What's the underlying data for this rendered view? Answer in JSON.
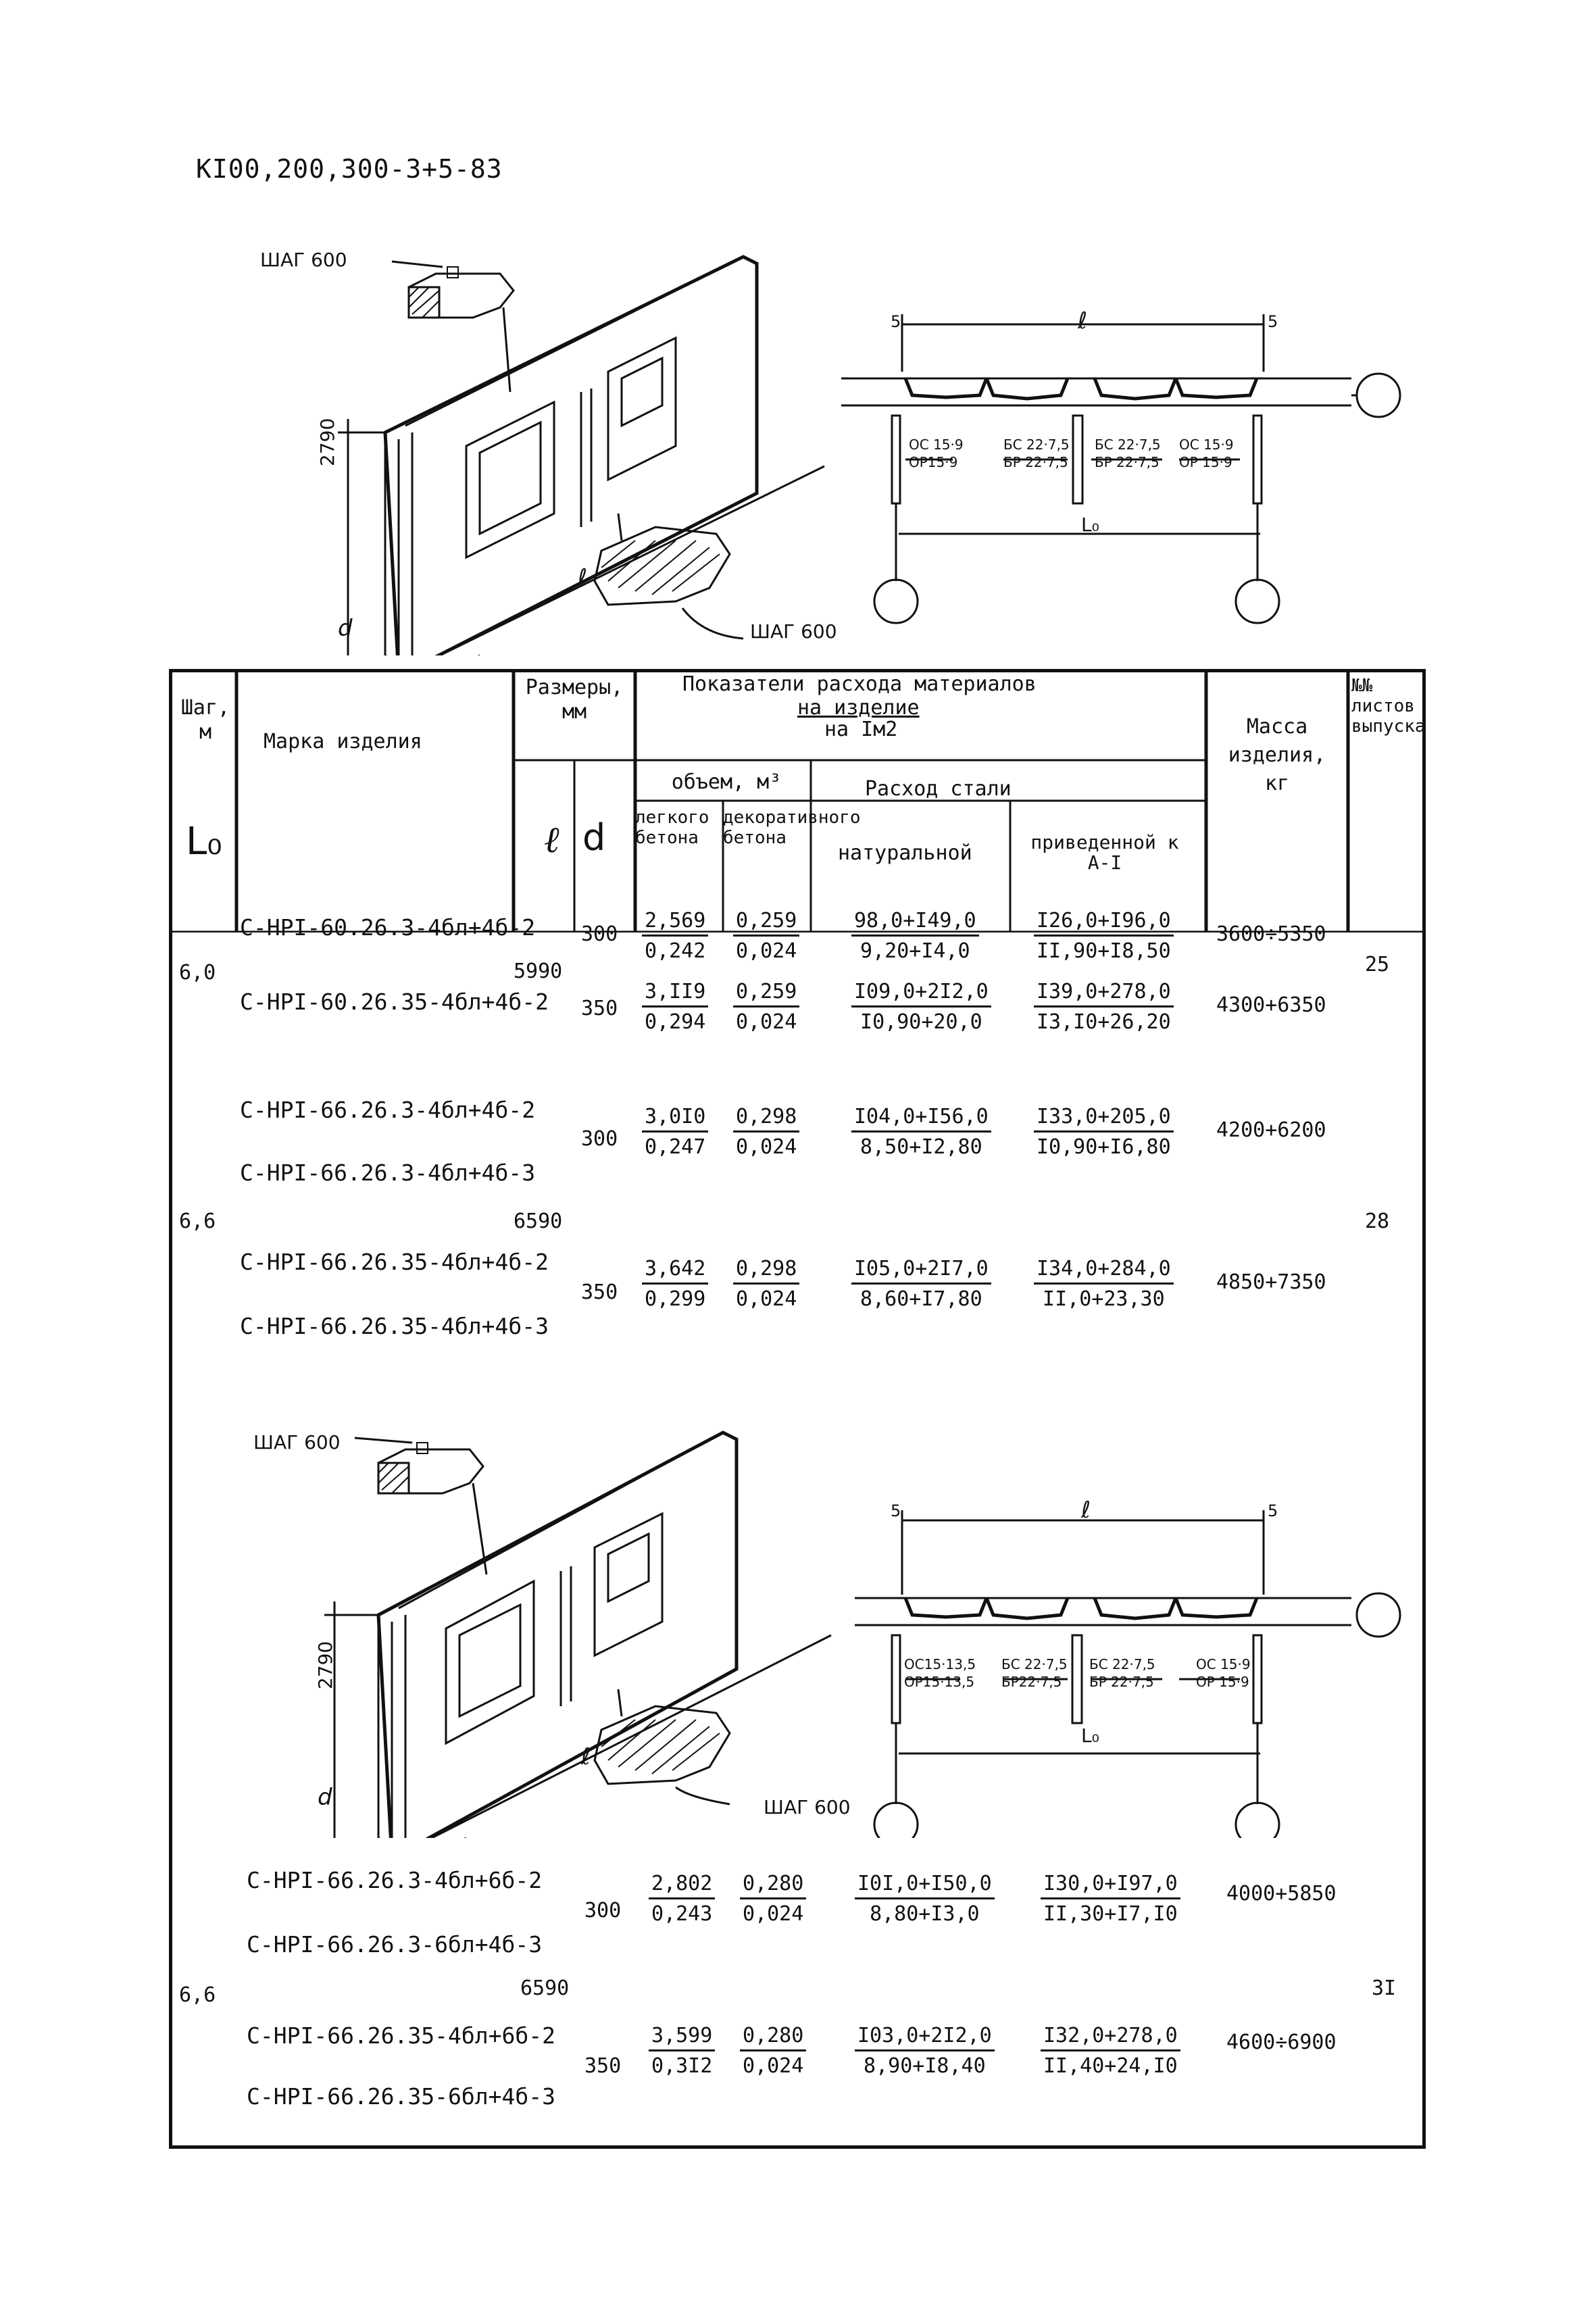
{
  "doc_code": "КI00,200,300-3+5-83",
  "drawing1": {
    "step_top": "ШАГ 600",
    "step_bottom": "ШАГ 600",
    "height": "2790",
    "dim_l": "ℓ",
    "dim_d": "d",
    "plan_l": "ℓ",
    "plan_L0": "L₀",
    "plan_5_left": "5",
    "plan_5_right": "5",
    "labels": [
      {
        "top": "ОС 15·9",
        "bottom": "ОР15·9"
      },
      {
        "top": "БС 22·7,5",
        "bottom": "БР 22·7,5"
      },
      {
        "top": "БС 22·7,5",
        "bottom": "БР 22·7,5"
      },
      {
        "top": "ОС 15·9",
        "bottom": "ОР 15·9"
      }
    ]
  },
  "drawing2": {
    "step_top": "ШАГ 600",
    "step_bottom": "ШАГ 600",
    "height": "2790",
    "dim_l": "ℓ",
    "dim_d": "d",
    "plan_l": "ℓ",
    "plan_L0": "L₀",
    "plan_5_left": "5",
    "plan_5_right": "5",
    "labels": [
      {
        "top": "ОС15·13,5",
        "bottom": "ОР15·13,5"
      },
      {
        "top": "БС 22·7,5",
        "bottom": "БР22·7,5"
      },
      {
        "top": "БС 22·7,5",
        "bottom": "БР 22·7,5"
      },
      {
        "top": "ОС 15·9",
        "bottom": "ОР 15·9"
      }
    ]
  },
  "table": {
    "headers": {
      "step": "Шаг, м",
      "step_sym": "L₀",
      "mark": "Марка изделия",
      "dims": "Размеры, мм",
      "dim_l": "ℓ",
      "dim_d": "d",
      "indicators_title": "Показатели расхода материалов",
      "indicators_per_item": "на изделие",
      "indicators_per_m2": "на Iм2",
      "volume": "объем, м³",
      "vol_light": "легкого бетона",
      "vol_deco": "декоративного бетона",
      "steel": "Расход стали",
      "steel_nat": "натуральной",
      "steel_red": "приведенной к А-I",
      "mass": "Масса изделия, кг",
      "sheets": "№№ листов выпуска"
    },
    "groups": [
      {
        "step": "6,0",
        "length": "5990",
        "sheet": "25",
        "rows": [
          {
            "marks": [
              "С-НРI-60.26.3-4бл+4б-2"
            ],
            "d": "300",
            "vol_light": [
              "2,569",
              "0,242"
            ],
            "vol_deco": [
              "0,259",
              "0,024"
            ],
            "steel_nat": [
              "98,0+I49,0",
              "9,20+I4,0"
            ],
            "steel_red": [
              "I26,0+I96,0",
              "II,90+I8,50"
            ],
            "mass": "3600÷5350"
          },
          {
            "marks": [
              "С-НРI-60.26.35-4бл+4б-2"
            ],
            "d": "350",
            "vol_light": [
              "3,II9",
              "0,294"
            ],
            "vol_deco": [
              "0,259",
              "0,024"
            ],
            "steel_nat": [
              "I09,0+2I2,0",
              "I0,90+20,0"
            ],
            "steel_red": [
              "I39,0+278,0",
              "I3,I0+26,20"
            ],
            "mass": "4300+6350"
          }
        ]
      },
      {
        "step": "6,6",
        "length": "6590",
        "sheet": "28",
        "rows": [
          {
            "marks": [
              "С-НРI-66.26.3-4бл+4б-2",
              "С-НРI-66.26.3-4бл+4б-3"
            ],
            "d": "300",
            "vol_light": [
              "3,0I0",
              "0,247"
            ],
            "vol_deco": [
              "0,298",
              "0,024"
            ],
            "steel_nat": [
              "I04,0+I56,0",
              "8,50+I2,80"
            ],
            "steel_red": [
              "I33,0+205,0",
              "I0,90+I6,80"
            ],
            "mass": "4200+6200"
          },
          {
            "marks": [
              "С-НРI-66.26.35-4бл+4б-2",
              "С-НРI-66.26.35-4бл+4б-3"
            ],
            "d": "350",
            "vol_light": [
              "3,642",
              "0,299"
            ],
            "vol_deco": [
              "0,298",
              "0,024"
            ],
            "steel_nat": [
              "I05,0+2I7,0",
              "8,60+I7,80"
            ],
            "steel_red": [
              "I34,0+284,0",
              "II,0+23,30"
            ],
            "mass": "4850+7350"
          }
        ]
      },
      {
        "step": "6,6",
        "length": "6590",
        "sheet": "3I",
        "rows": [
          {
            "marks": [
              "С-НРI-66.26.3-4бл+6б-2",
              "С-НРI-66.26.3-6бл+4б-3"
            ],
            "d": "300",
            "vol_light": [
              "2,802",
              "0,243"
            ],
            "vol_deco": [
              "0,280",
              "0,024"
            ],
            "steel_nat": [
              "I0I,0+I50,0",
              "8,80+I3,0"
            ],
            "steel_red": [
              "I30,0+I97,0",
              "II,30+I7,I0"
            ],
            "mass": "4000+5850"
          },
          {
            "marks": [
              "С-НРI-66.26.35-4бл+6б-2",
              "С-НРI-66.26.35-6бл+4б-3"
            ],
            "d": "350",
            "vol_light": [
              "3,599",
              "0,3I2"
            ],
            "vol_deco": [
              "0,280",
              "0,024"
            ],
            "steel_nat": [
              "I03,0+2I2,0",
              "8,90+I8,40"
            ],
            "steel_red": [
              "I32,0+278,0",
              "II,40+24,I0"
            ],
            "mass": "4600÷6900"
          }
        ]
      }
    ]
  }
}
